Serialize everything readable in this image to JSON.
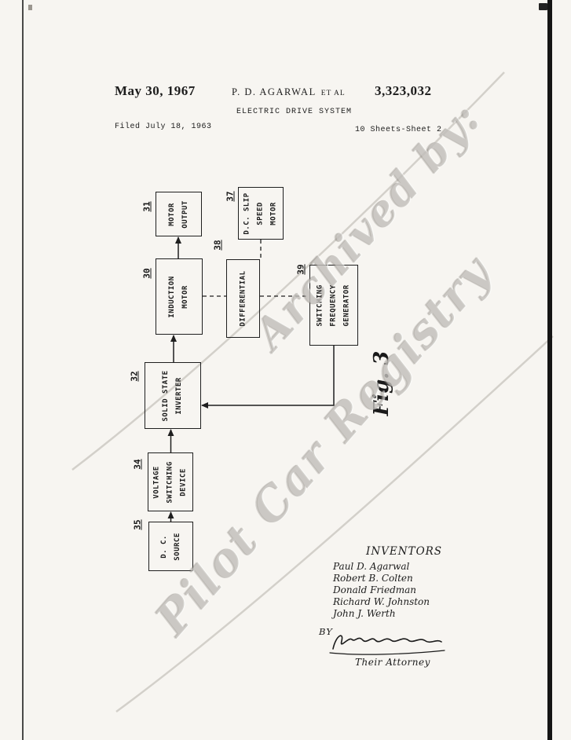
{
  "header": {
    "date": "May 30, 1967",
    "applicant": "P. D. AGARWAL",
    "applicant_suffix": "ET AL",
    "patent_number": "3,323,032",
    "title": "ELECTRIC DRIVE SYSTEM",
    "filed": "Filed July 18, 1963",
    "sheet_info": "10 Sheets-Sheet 2"
  },
  "figure": {
    "label": "Fig. 3"
  },
  "watermark": {
    "line1": "Archived by:",
    "line2": "Pilot Car Registry"
  },
  "diagram": {
    "blocks": [
      {
        "ref": "31",
        "lines": [
          "MOTOR",
          "OUTPUT"
        ]
      },
      {
        "ref": "37",
        "lines": [
          "D.C. SLIP",
          "SPEED",
          "MOTOR"
        ]
      },
      {
        "ref": "30",
        "lines": [
          "INDUCTION",
          "MOTOR"
        ]
      },
      {
        "ref": "38",
        "lines": [
          "DIFFERENTIAL"
        ]
      },
      {
        "ref": "39",
        "lines": [
          "SWITCHING",
          "FREQUENCY",
          "GENERATOR"
        ]
      },
      {
        "ref": "32",
        "lines": [
          "SOLID STATE",
          "INVERTER"
        ]
      },
      {
        "ref": "34",
        "lines": [
          "VOLTAGE",
          "SWITCHING",
          "DEVICE"
        ]
      },
      {
        "ref": "35",
        "lines": [
          "D. C.",
          "SOURCE"
        ]
      }
    ]
  },
  "inventors": {
    "heading": "INVENTORS",
    "names": [
      "Paul D. Agarwal",
      "Robert B. Colten",
      "Donald  Friedman",
      "Richard W. Johnston",
      "John J. Werth"
    ],
    "by_label": "BY",
    "attorney_label": "Their Attorney"
  }
}
